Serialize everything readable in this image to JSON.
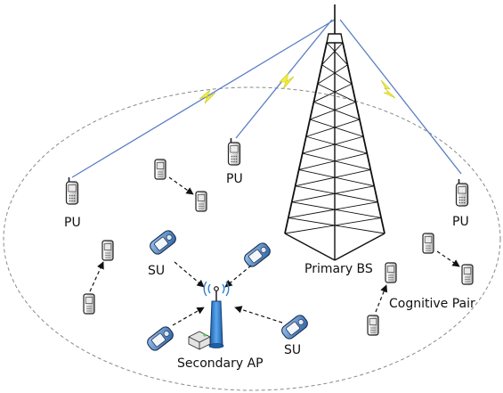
{
  "labels": {
    "pu_left": "PU",
    "pu_center": "PU",
    "pu_right": "PU",
    "su_upper": "SU",
    "su_lower": "SU",
    "primary_bs": "Primary BS",
    "secondary_ap": "Secondary AP",
    "cognitive_pair": "Cognitive Pair"
  },
  "colors": {
    "pu_link": "#5a7ec4",
    "wireless_bolt": "#f2ef3a",
    "tower": "#111111",
    "cell_boundary": "#8a8a8a",
    "su_device": "#4f88c8",
    "ap_body": "#2f7fd1"
  }
}
